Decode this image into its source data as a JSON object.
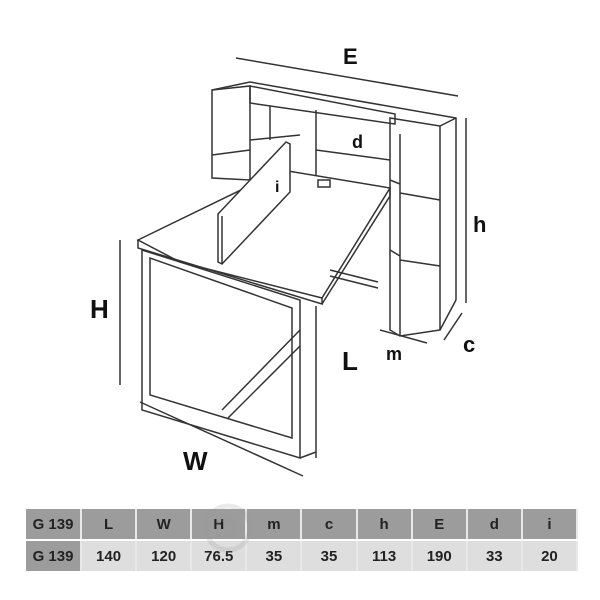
{
  "diagram": {
    "labels": {
      "E": "E",
      "d": "d",
      "h": "h",
      "i": "i",
      "H": "H",
      "c": "c",
      "m": "m",
      "L": "L",
      "W": "W"
    }
  },
  "watermark": "چوب‌فروش",
  "table": {
    "headers": [
      "G 139",
      "L",
      "W",
      "H",
      "m",
      "c",
      "h",
      "E",
      "d",
      "i"
    ],
    "values": [
      "G 139",
      "140",
      "120",
      "76.5",
      "35",
      "35",
      "113",
      "190",
      "33",
      "20"
    ]
  }
}
